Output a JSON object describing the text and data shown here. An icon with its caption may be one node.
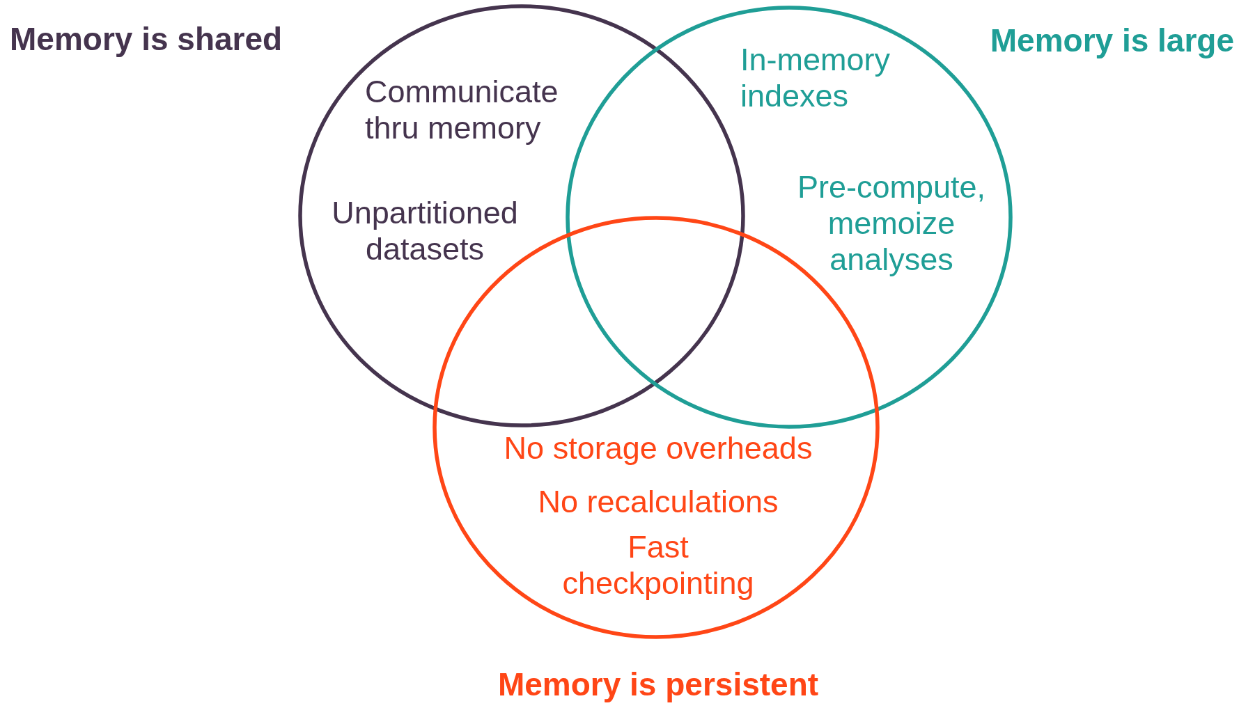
{
  "diagram": {
    "nodes": [
      {
        "text": [
          "Memory is shared",
          "Communicate thru memory",
          "Unpartitioned datasets"
        ]
      },
      {
        "text": [
          "Memory is large",
          "In-memory indexes",
          "Pre-compute, memoize analyses"
        ]
      },
      {
        "text": [
          "No storage overheads",
          "No recalculations",
          "Fast checkpointing",
          "Memory is persistent"
        ]
      }
    ]
  }
}
